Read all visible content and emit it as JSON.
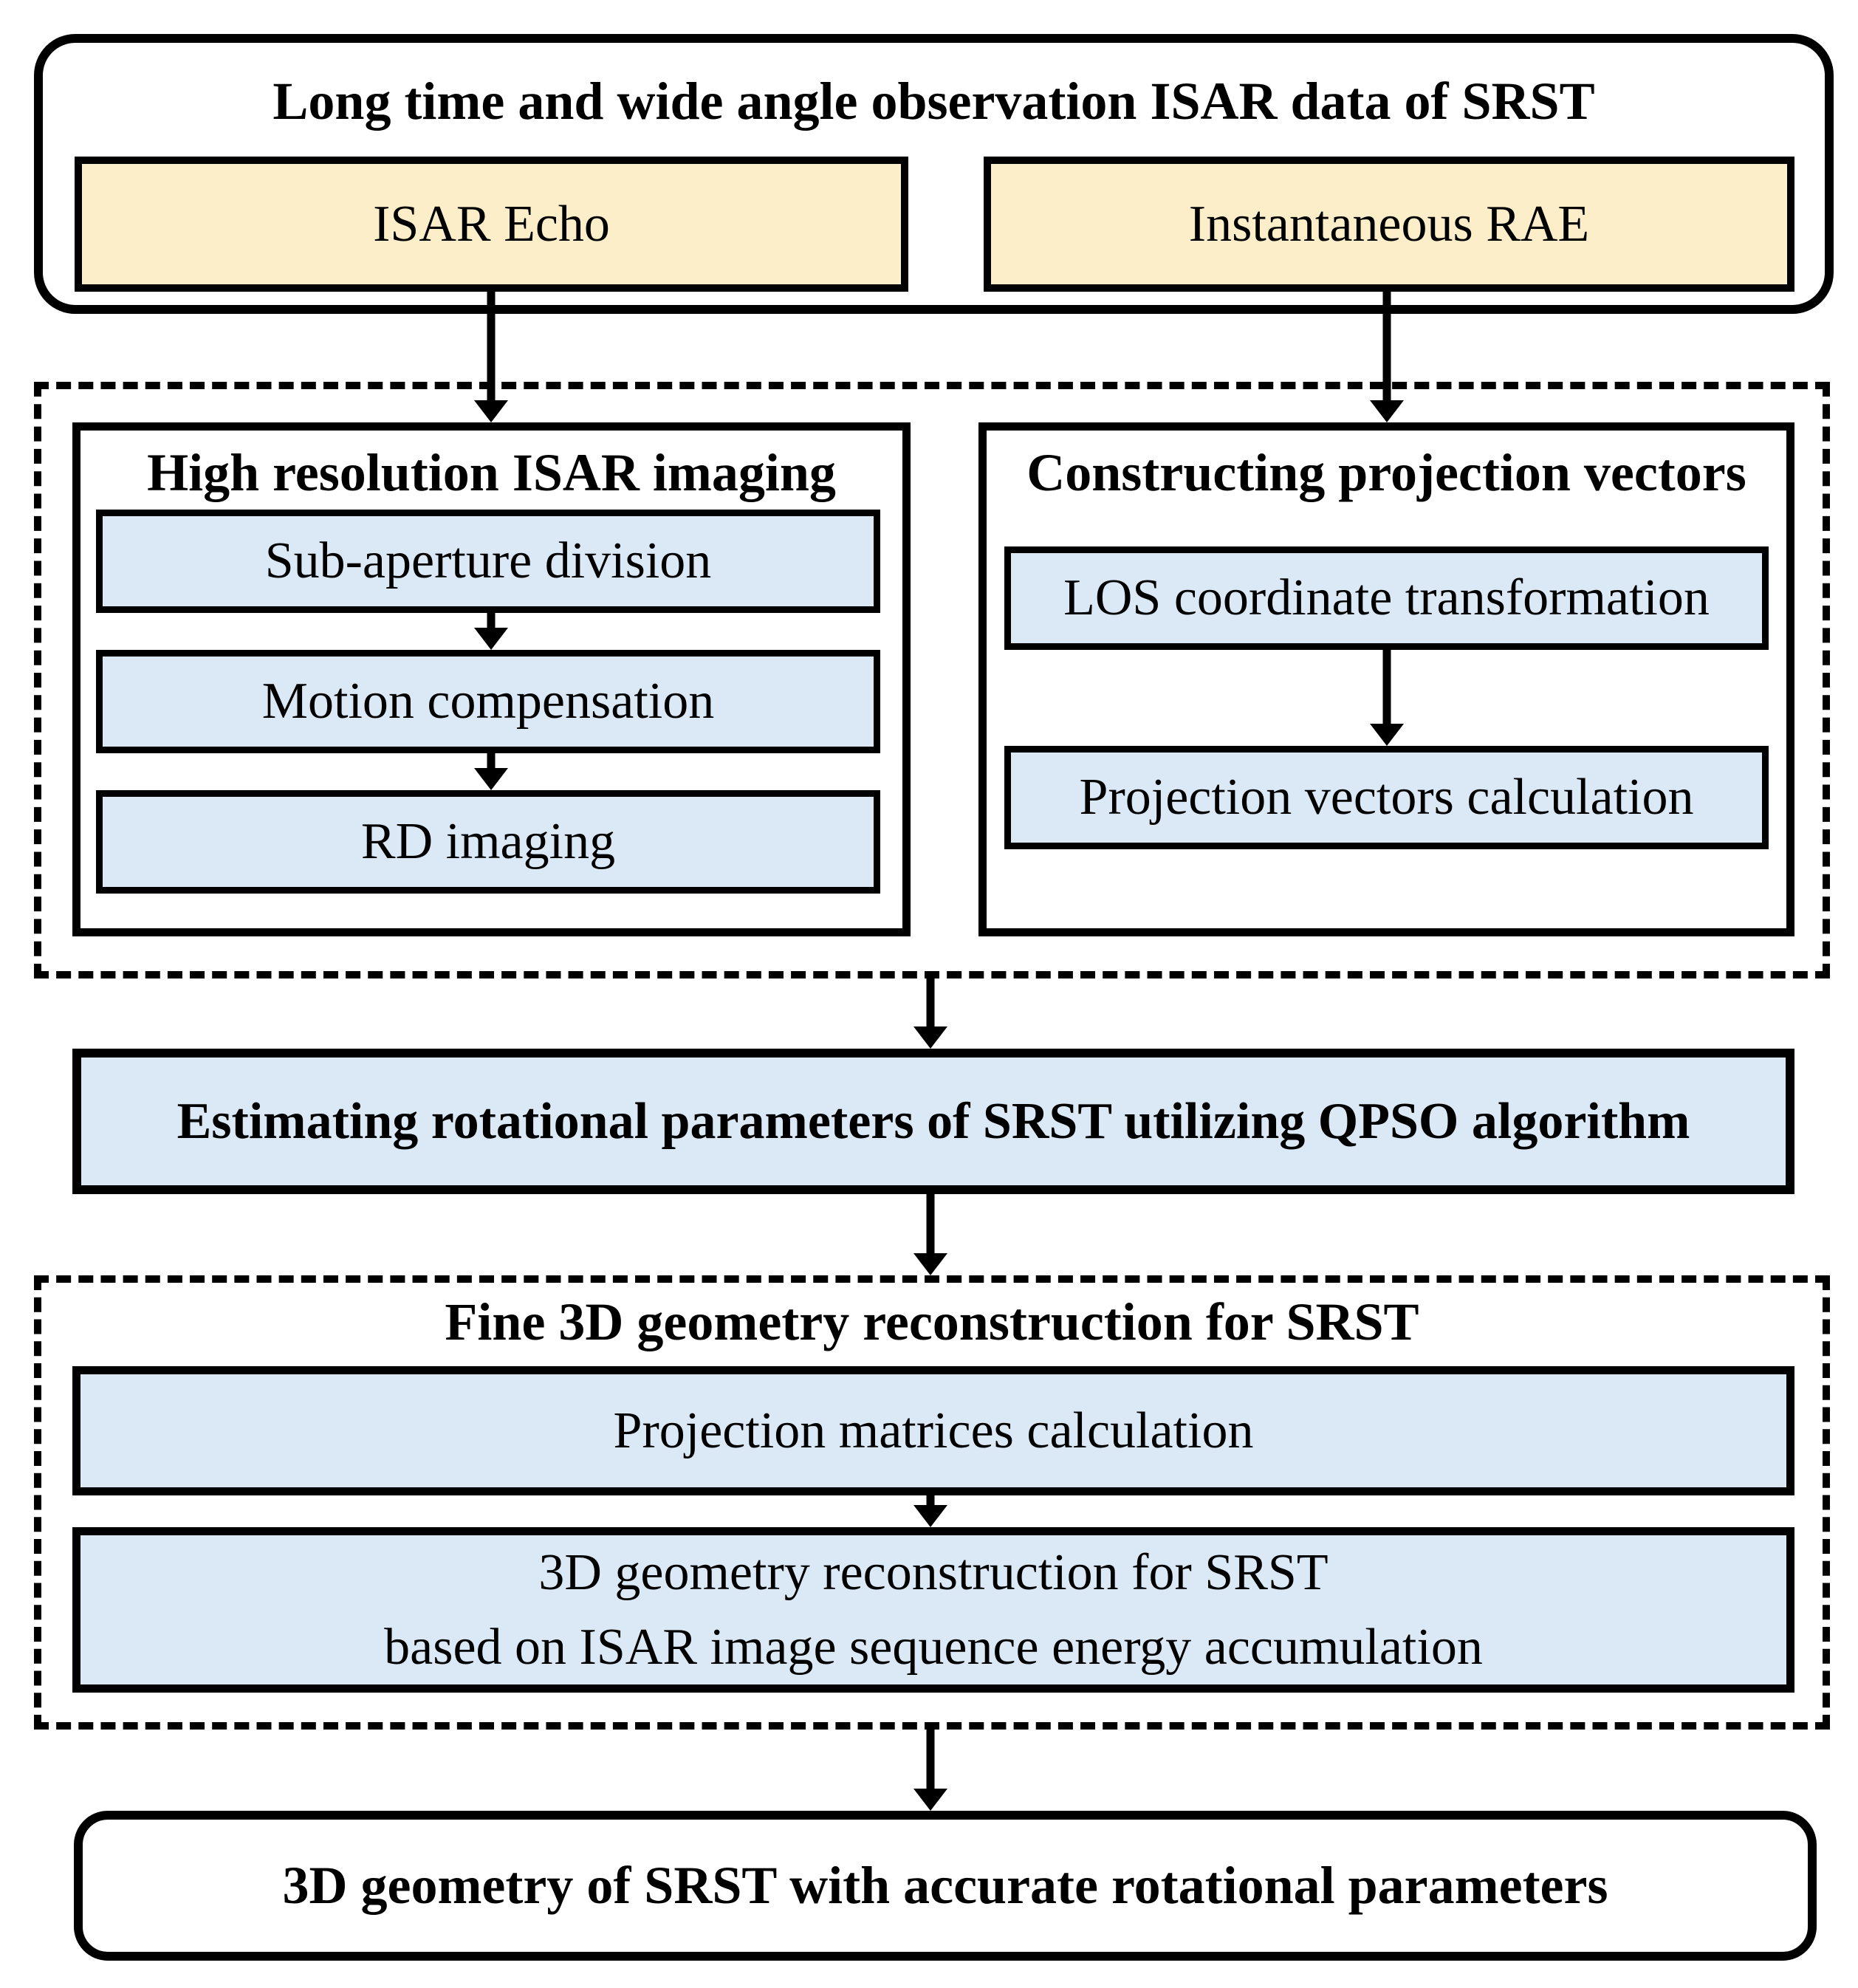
{
  "diagram": {
    "colors": {
      "input_fill": "#FBEEC8",
      "process_fill": "#DBE8F5",
      "line": "#000000",
      "background": "#FFFFFF"
    },
    "source": {
      "title": "Long time and wide angle observation ISAR data of SRST",
      "inputs": [
        "ISAR Echo",
        "Instantaneous RAE"
      ]
    },
    "preprocessing": {
      "imaging": {
        "title": "High resolution ISAR imaging",
        "steps": [
          "Sub-aperture division",
          "Motion compensation",
          "RD imaging"
        ]
      },
      "projection": {
        "title": "Constructing projection vectors",
        "steps": [
          "LOS coordinate transformation",
          "Projection vectors calculation"
        ]
      }
    },
    "estimation": {
      "label": "Estimating rotational parameters of SRST utilizing QPSO algorithm"
    },
    "reconstruction": {
      "title": "Fine 3D geometry reconstruction for SRST",
      "step1": "Projection matrices calculation",
      "step2_line1": "3D geometry reconstruction for SRST",
      "step2_line2": "based on ISAR image sequence energy accumulation"
    },
    "output": {
      "label": "3D geometry of SRST with accurate rotational parameters"
    }
  }
}
